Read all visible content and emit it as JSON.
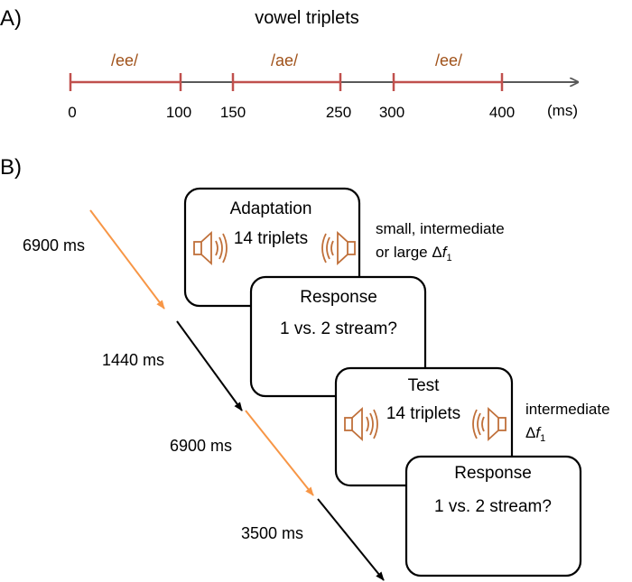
{
  "panel_a": {
    "label": "A)",
    "title": "vowel triplets",
    "unit": "(ms)",
    "vowels": [
      "/ee/",
      "/ae/",
      "/ee/"
    ],
    "ticks": [
      "0",
      "100",
      "150",
      "250",
      "300",
      "400"
    ]
  },
  "panel_b": {
    "label": "B)",
    "boxes": [
      {
        "title": "Adaptation",
        "line2": "14 triplets"
      },
      {
        "title": "Response",
        "line2": "1 vs. 2 stream?"
      },
      {
        "title": "Test",
        "line2": "14 triplets"
      },
      {
        "title": "Response",
        "line2": "1 vs. 2 stream?"
      }
    ],
    "adapt_note_1": "small, intermediate",
    "adapt_note_2": "or large Δ",
    "test_note_1": "intermediate",
    "test_note_2": "Δ",
    "f_symbol": "f",
    "f_sub": "1",
    "durations": [
      "6900 ms",
      "1440 ms",
      "6900 ms",
      "3500 ms"
    ]
  },
  "colors": {
    "vowel_text": "#a0521a",
    "segment": "#c0504d",
    "axis": "#595959",
    "arrow_orange": "#f79646",
    "speaker": "#c0703a"
  }
}
